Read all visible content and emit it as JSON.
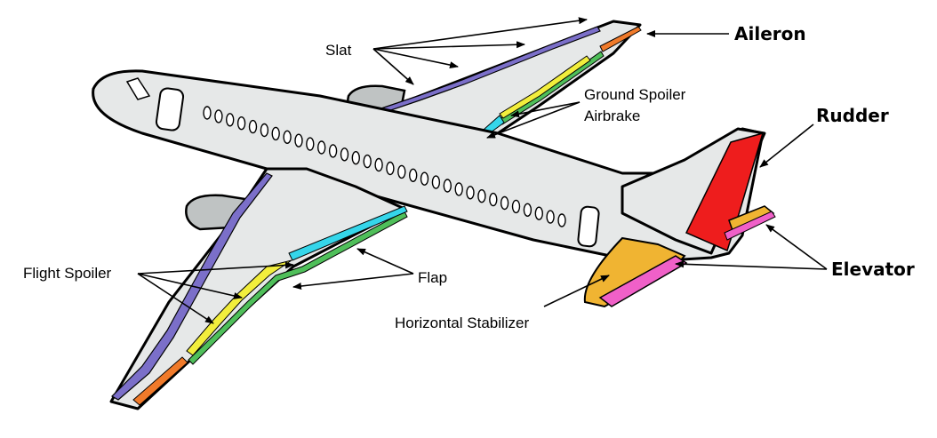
{
  "labels": {
    "slat": "Slat",
    "aileron": "Aileron",
    "ground_spoiler": "Ground Spoiler",
    "airbrake": "Airbrake",
    "rudder": "Rudder",
    "flight_spoiler": "Flight Spoiler",
    "flap": "Flap",
    "elevator": "Elevator",
    "horizontal_stabilizer": "Horizontal Stabilizer"
  },
  "colors": {
    "slat": "#7b6fc9",
    "aileron": "#f07a2a",
    "spoiler": "#f2ee3c",
    "flap": "#4fbf5a",
    "airbrake": "#35d6ea",
    "rudder": "#ee1d1d",
    "stabilizer": "#f0b432",
    "elevator": "#f060c8",
    "fuselage": "#e6e8e8"
  }
}
